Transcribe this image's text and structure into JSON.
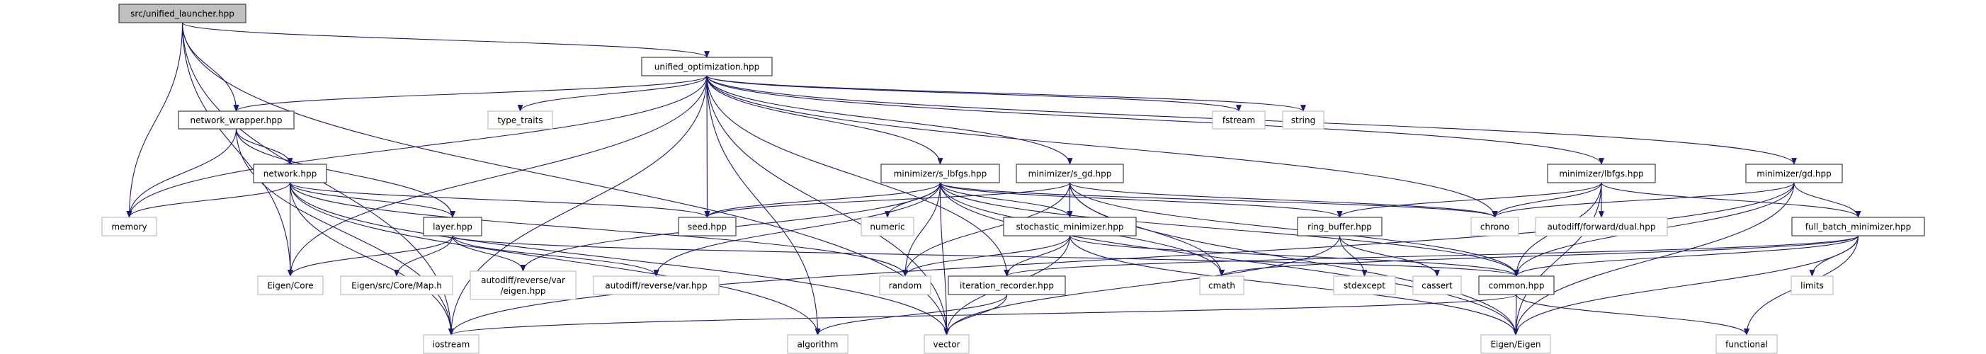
{
  "colors": {
    "edge": "#191970",
    "root_fill": "#bfbfbf",
    "local_border": "#404040",
    "system_border": "#bfbfbf"
  },
  "nodes": [
    {
      "id": "launcher",
      "label": "src/unified_launcher.hpp",
      "kind": "root"
    },
    {
      "id": "uopt",
      "label": "unified_optimization.hpp",
      "kind": "local"
    },
    {
      "id": "nwrap",
      "label": "network_wrapper.hpp",
      "kind": "local"
    },
    {
      "id": "type_traits",
      "label": "type_traits",
      "kind": "system"
    },
    {
      "id": "fstream",
      "label": "fstream",
      "kind": "system"
    },
    {
      "id": "string",
      "label": "string",
      "kind": "system"
    },
    {
      "id": "network",
      "label": "network.hpp",
      "kind": "local"
    },
    {
      "id": "slbfgs",
      "label": "minimizer/s_lbfgs.hpp",
      "kind": "local"
    },
    {
      "id": "sgd",
      "label": "minimizer/s_gd.hpp",
      "kind": "local"
    },
    {
      "id": "lbfgs",
      "label": "minimizer/lbfgs.hpp",
      "kind": "local"
    },
    {
      "id": "gd",
      "label": "minimizer/gd.hpp",
      "kind": "local"
    },
    {
      "id": "memory",
      "label": "memory",
      "kind": "system"
    },
    {
      "id": "layer",
      "label": "layer.hpp",
      "kind": "local"
    },
    {
      "id": "seed",
      "label": "seed.hpp",
      "kind": "local"
    },
    {
      "id": "numeric",
      "label": "numeric",
      "kind": "system"
    },
    {
      "id": "stoch",
      "label": "stochastic_minimizer.hpp",
      "kind": "local"
    },
    {
      "id": "ring",
      "label": "ring_buffer.hpp",
      "kind": "local"
    },
    {
      "id": "chrono",
      "label": "chrono",
      "kind": "system"
    },
    {
      "id": "dual",
      "label": "autodiff/forward/dual.hpp",
      "kind": "system"
    },
    {
      "id": "fullbatch",
      "label": "full_batch_minimizer.hpp",
      "kind": "local"
    },
    {
      "id": "eigencore",
      "label": "Eigen/Core",
      "kind": "system"
    },
    {
      "id": "maph",
      "label": "Eigen/src/Core/Map.h",
      "kind": "system"
    },
    {
      "id": "vareigen",
      "label": "autodiff/reverse/var\n/eigen.hpp",
      "kind": "system"
    },
    {
      "id": "var",
      "label": "autodiff/reverse/var.hpp",
      "kind": "system"
    },
    {
      "id": "random",
      "label": "random",
      "kind": "system"
    },
    {
      "id": "iterrec",
      "label": "iteration_recorder.hpp",
      "kind": "local"
    },
    {
      "id": "cmath",
      "label": "cmath",
      "kind": "system"
    },
    {
      "id": "stdexcept",
      "label": "stdexcept",
      "kind": "system"
    },
    {
      "id": "cassert",
      "label": "cassert",
      "kind": "system"
    },
    {
      "id": "common",
      "label": "common.hpp",
      "kind": "local"
    },
    {
      "id": "limits",
      "label": "limits",
      "kind": "system"
    },
    {
      "id": "iostream",
      "label": "iostream",
      "kind": "system"
    },
    {
      "id": "algorithm",
      "label": "algorithm",
      "kind": "system"
    },
    {
      "id": "vector",
      "label": "vector",
      "kind": "system"
    },
    {
      "id": "eigeneigen",
      "label": "Eigen/Eigen",
      "kind": "system"
    },
    {
      "id": "functional",
      "label": "functional",
      "kind": "system"
    }
  ],
  "edges": [
    [
      "launcher",
      "uopt"
    ],
    [
      "launcher",
      "nwrap"
    ],
    [
      "launcher",
      "memory"
    ],
    [
      "launcher",
      "eigencore"
    ],
    [
      "launcher",
      "iostream"
    ],
    [
      "launcher",
      "vector"
    ],
    [
      "uopt",
      "nwrap"
    ],
    [
      "uopt",
      "type_traits"
    ],
    [
      "uopt",
      "memory"
    ],
    [
      "uopt",
      "eigencore"
    ],
    [
      "uopt",
      "iostream"
    ],
    [
      "uopt",
      "algorithm"
    ],
    [
      "uopt",
      "vector"
    ],
    [
      "uopt",
      "seed"
    ],
    [
      "uopt",
      "iterrec"
    ],
    [
      "uopt",
      "slbfgs"
    ],
    [
      "uopt",
      "sgd"
    ],
    [
      "uopt",
      "lbfgs"
    ],
    [
      "uopt",
      "gd"
    ],
    [
      "uopt",
      "fstream"
    ],
    [
      "uopt",
      "string"
    ],
    [
      "uopt",
      "chrono"
    ],
    [
      "nwrap",
      "memory"
    ],
    [
      "nwrap",
      "network"
    ],
    [
      "nwrap",
      "layer"
    ],
    [
      "nwrap",
      "iostream"
    ],
    [
      "network",
      "memory"
    ],
    [
      "network",
      "eigencore"
    ],
    [
      "network",
      "layer"
    ],
    [
      "network",
      "seed"
    ],
    [
      "network",
      "random"
    ],
    [
      "network",
      "iostream"
    ],
    [
      "network",
      "vector"
    ],
    [
      "network",
      "algorithm"
    ],
    [
      "layer",
      "eigencore"
    ],
    [
      "layer",
      "maph"
    ],
    [
      "layer",
      "vareigen"
    ],
    [
      "layer",
      "var"
    ],
    [
      "layer",
      "common"
    ],
    [
      "slbfgs",
      "seed"
    ],
    [
      "slbfgs",
      "numeric"
    ],
    [
      "slbfgs",
      "random"
    ],
    [
      "slbfgs",
      "stoch"
    ],
    [
      "slbfgs",
      "vareigen"
    ],
    [
      "slbfgs",
      "var"
    ],
    [
      "slbfgs",
      "chrono"
    ],
    [
      "slbfgs",
      "ring"
    ],
    [
      "slbfgs",
      "cmath"
    ],
    [
      "slbfgs",
      "common"
    ],
    [
      "slbfgs",
      "eigeneigen"
    ],
    [
      "slbfgs",
      "vector"
    ],
    [
      "sgd",
      "seed"
    ],
    [
      "sgd",
      "random"
    ],
    [
      "sgd",
      "stoch"
    ],
    [
      "sgd",
      "chrono"
    ],
    [
      "sgd",
      "cmath"
    ],
    [
      "sgd",
      "common"
    ],
    [
      "sgd",
      "eigeneigen"
    ],
    [
      "stoch",
      "random"
    ],
    [
      "stoch",
      "iterrec"
    ],
    [
      "stoch",
      "vector"
    ],
    [
      "stoch",
      "eigeneigen"
    ],
    [
      "stoch",
      "common"
    ],
    [
      "ring",
      "vector"
    ],
    [
      "ring",
      "stdexcept"
    ],
    [
      "ring",
      "cassert"
    ],
    [
      "iterrec",
      "algorithm"
    ],
    [
      "iterrec",
      "vector"
    ],
    [
      "lbfgs",
      "ring"
    ],
    [
      "lbfgs",
      "chrono"
    ],
    [
      "lbfgs",
      "dual"
    ],
    [
      "lbfgs",
      "fullbatch"
    ],
    [
      "lbfgs",
      "common"
    ],
    [
      "lbfgs",
      "eigeneigen"
    ],
    [
      "gd",
      "chrono"
    ],
    [
      "gd",
      "fullbatch"
    ],
    [
      "gd",
      "common"
    ],
    [
      "gd",
      "eigeneigen"
    ],
    [
      "gd",
      "iostream"
    ],
    [
      "fullbatch",
      "iterrec"
    ],
    [
      "fullbatch",
      "cmath"
    ],
    [
      "fullbatch",
      "common"
    ],
    [
      "fullbatch",
      "limits"
    ],
    [
      "fullbatch",
      "functional"
    ],
    [
      "fullbatch",
      "eigeneigen"
    ],
    [
      "common",
      "eigeneigen"
    ],
    [
      "common",
      "functional"
    ],
    [
      "common",
      "iostream"
    ]
  ]
}
